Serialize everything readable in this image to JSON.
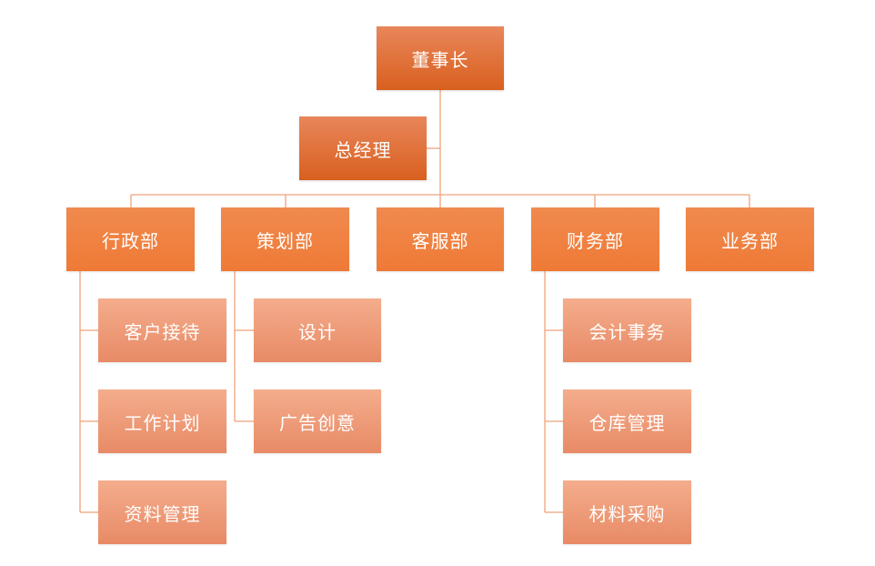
{
  "org_chart": {
    "chairman": "董事长",
    "general_manager": "总经理",
    "departments": [
      {
        "name": "行政部",
        "children": [
          "客户接待",
          "工作计划",
          "资料管理"
        ]
      },
      {
        "name": "策划部",
        "children": [
          "设计",
          "广告创意"
        ]
      },
      {
        "name": "客服部",
        "children": []
      },
      {
        "name": "财务部",
        "children": [
          "会计事务",
          "仓库管理",
          "材料采购"
        ]
      },
      {
        "name": "业务部",
        "children": []
      }
    ]
  },
  "colors": {
    "connector": "#f0a27a",
    "primary": "#d9601f",
    "department": "#ef7a36",
    "sub_item": "#f0a07c"
  }
}
